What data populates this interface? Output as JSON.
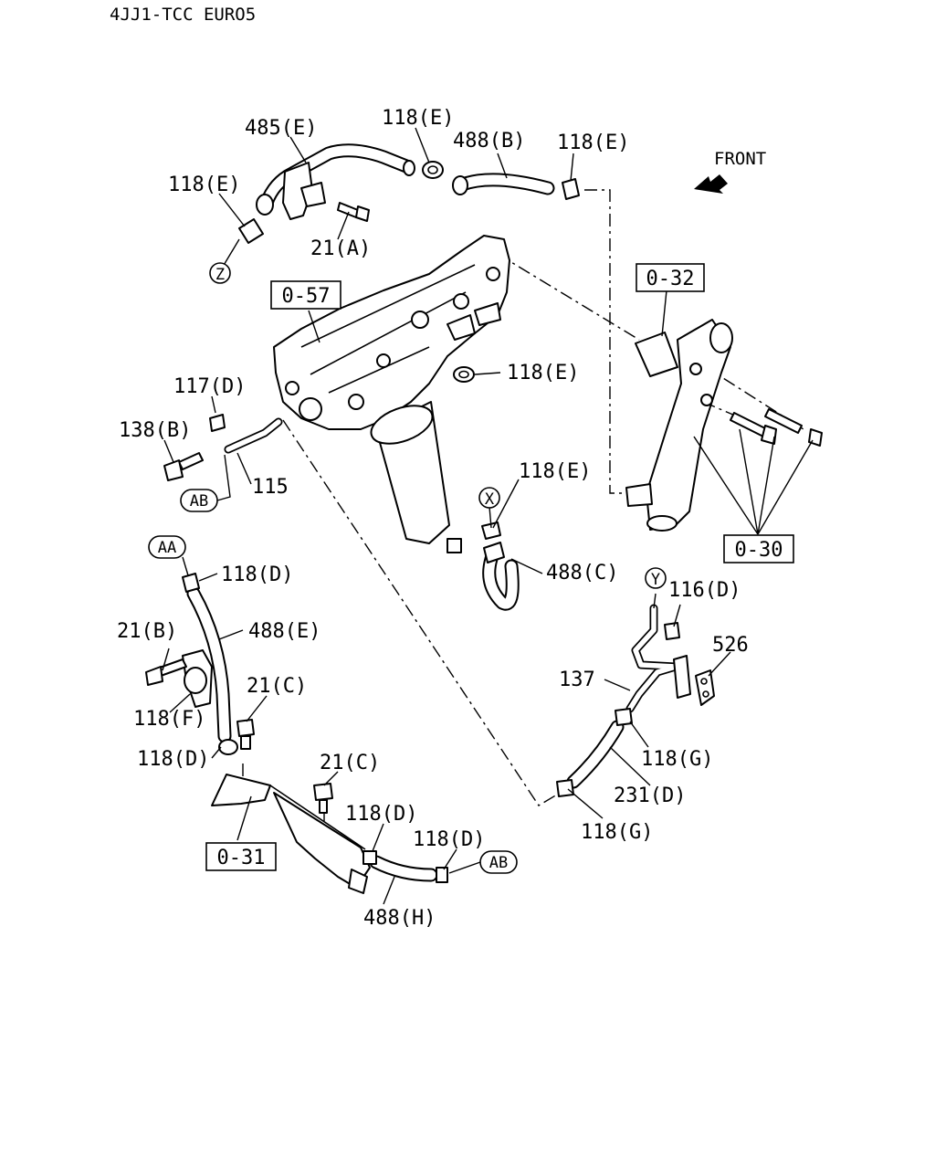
{
  "header": {
    "model": "4JJ1-TCC EURO5"
  },
  "direction": {
    "label": "FRONT"
  },
  "refs": {
    "r057": "0-57",
    "r032": "0-32",
    "r030": "0-30",
    "r031": "0-31"
  },
  "markers": {
    "z": "Z",
    "x": "X",
    "y": "Y",
    "aa": "AA",
    "ab_left": "AB",
    "ab_right": "AB"
  },
  "labels": {
    "p485e": "485(E)",
    "p118e_tl": "118(E)",
    "p118e_tc": "118(E)",
    "p488b": "488(B)",
    "p118e_tr": "118(E)",
    "p21a": "21(A)",
    "p118e_mid": "118(E)",
    "p117d": "117(D)",
    "p138b": "138(B)",
    "p115": "115",
    "p118e_lower": "118(E)",
    "p488c": "488(C)",
    "p118d_top": "118(D)",
    "p488e": "488(E)",
    "p21b": "21(B)",
    "p21c_left": "21(C)",
    "p118f": "118(F)",
    "p118d_left": "118(D)",
    "p21c_mid": "21(C)",
    "p118d_mid": "118(D)",
    "p118d_right": "118(D)",
    "p488h": "488(H)",
    "p116d": "116(D)",
    "p526": "526",
    "p137": "137",
    "p118g_upper": "118(G)",
    "p231d": "231(D)",
    "p118g_lower": "118(G)"
  }
}
